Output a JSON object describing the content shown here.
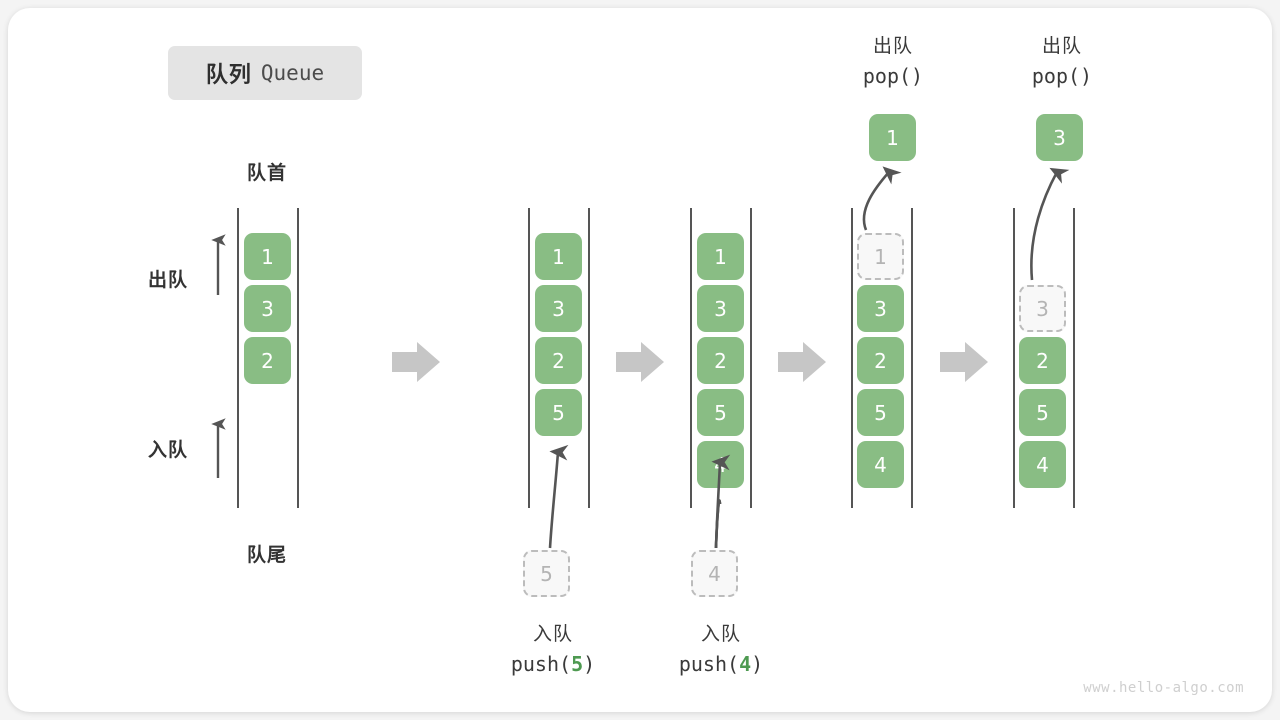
{
  "title": {
    "cn": "队列",
    "en": "Queue"
  },
  "labels": {
    "head": "队首",
    "tail": "队尾",
    "dequeue": "出队",
    "enqueue": "入队"
  },
  "watermark": "www.hello-algo.com",
  "colors": {
    "element": "#89bd84",
    "ghost_fill": "#f8f8f8",
    "ghost_border": "#bcbcbc",
    "rail": "#555555",
    "arrow": "#555555",
    "separator": "#c6c6c6",
    "badge_bg": "#e4e4e4",
    "text": "#333333",
    "accent_green": "#4e9a51"
  },
  "stages": [
    {
      "name": "initial",
      "elements": [
        "1",
        "3",
        "2"
      ],
      "ghost_index": null,
      "caption_top": null,
      "caption_bottom": null,
      "incoming": null,
      "popped": null
    },
    {
      "name": "push-5",
      "elements": [
        "1",
        "3",
        "2",
        "5"
      ],
      "ghost_index": null,
      "caption_top": null,
      "caption_bottom": {
        "cn": "入队",
        "fn": "push(",
        "arg": "5",
        "close": ")"
      },
      "incoming": "5",
      "popped": null
    },
    {
      "name": "push-4",
      "elements": [
        "1",
        "3",
        "2",
        "5",
        "4"
      ],
      "ghost_index": null,
      "caption_top": null,
      "caption_bottom": {
        "cn": "入队",
        "fn": "push(",
        "arg": "4",
        "close": ")"
      },
      "incoming": "4",
      "popped": null
    },
    {
      "name": "pop-1",
      "elements": [
        "1",
        "3",
        "2",
        "5",
        "4"
      ],
      "ghost_index": 0,
      "caption_top": {
        "cn": "出队",
        "fn": "pop()"
      },
      "caption_bottom": null,
      "incoming": null,
      "popped": "1"
    },
    {
      "name": "pop-3",
      "elements": [
        "3",
        "2",
        "5",
        "4"
      ],
      "ghost_index": 0,
      "caption_top": {
        "cn": "出队",
        "fn": "pop()"
      },
      "caption_bottom": null,
      "incoming": null,
      "popped": "3"
    }
  ],
  "separators": [
    "arrow-right-icon",
    "arrow-right-icon",
    "arrow-right-icon",
    "arrow-right-icon"
  ],
  "diagram_type": "queue-operations"
}
